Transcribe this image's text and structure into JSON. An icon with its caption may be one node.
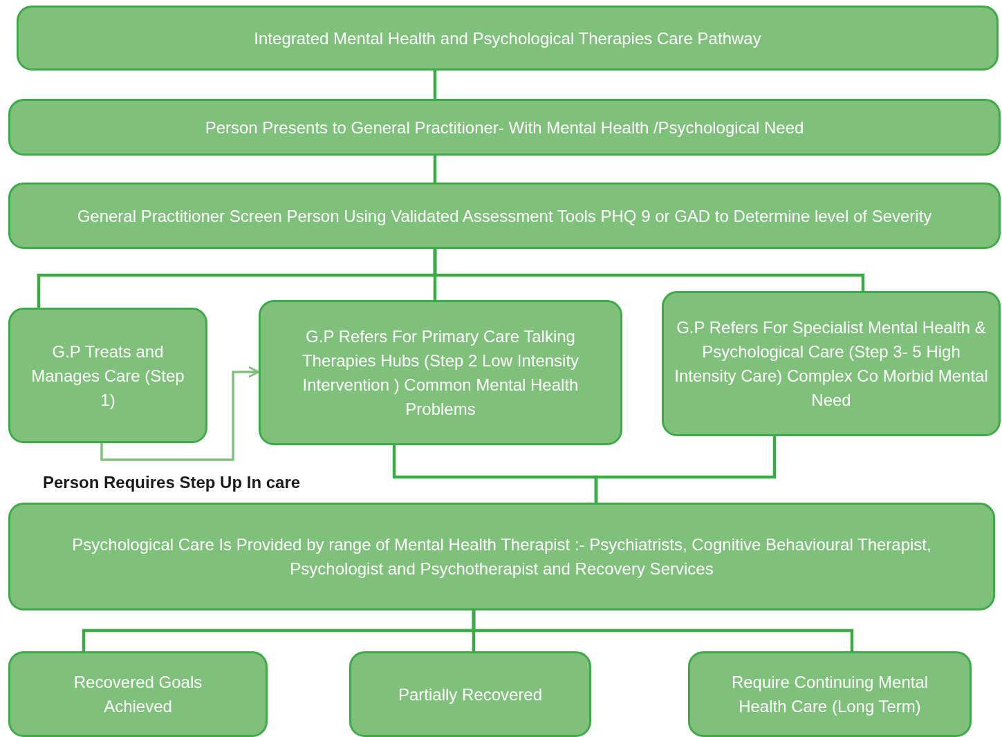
{
  "diagram": {
    "nodes": [
      {
        "text": [
          "Integrated Mental Health and Psychological Therapies Care Pathway"
        ]
      },
      {
        "text": [
          "Person Presents to General Practitioner- With Mental Health /Psychological Need"
        ]
      },
      {
        "text": [
          "General Practitioner Screen Person Using Validated Assessment Tools PHQ 9 or GAD to Determine level of Severity"
        ]
      },
      {
        "text": [
          "G.P Treats and Manages Care (Step 1)"
        ]
      },
      {
        "text": [
          "G.P Refers For Primary Care Talking Therapies Hubs (Step 2 Low Intensity Intervention ) Common Mental Health Problems"
        ]
      },
      {
        "text": [
          "G.P Refers For Specialist Mental Health & Psychological Care (Step 3- 5 High Intensity Care) Complex Co Morbid Mental Need"
        ]
      },
      {
        "text": [
          "Psychological Care Is Provided by range of Mental Health Therapist :- Psychiatrists, Cognitive Behavioural Therapist, Psychologist and Psychotherapist and Recovery Services"
        ]
      },
      {
        "text": [
          "Recovered Goals Achieved"
        ]
      },
      {
        "text": [
          "Partially Recovered"
        ]
      },
      {
        "text": [
          "Require Continuing Mental Health Care (Long Term)"
        ]
      }
    ],
    "edges": [
      {
        "from": 0,
        "to": 1,
        "arrow": "none"
      },
      {
        "from": 1,
        "to": 2,
        "arrow": "none"
      },
      {
        "from": 2,
        "to": 3,
        "arrow": "none"
      },
      {
        "from": 2,
        "to": 4,
        "arrow": "none"
      },
      {
        "from": 2,
        "to": 5,
        "arrow": "none"
      },
      {
        "from": 3,
        "to": 4,
        "arrow": "to",
        "color": "#7fc17a"
      },
      {
        "from": 4,
        "to": 6,
        "arrow": "none"
      },
      {
        "from": 5,
        "to": 6,
        "arrow": "none"
      },
      {
        "from": 6,
        "to": 7,
        "arrow": "none"
      },
      {
        "from": 6,
        "to": 8,
        "arrow": "none"
      },
      {
        "from": 6,
        "to": 9,
        "arrow": "none"
      }
    ],
    "labels": [
      "Person Requires Step Up In care"
    ]
  }
}
